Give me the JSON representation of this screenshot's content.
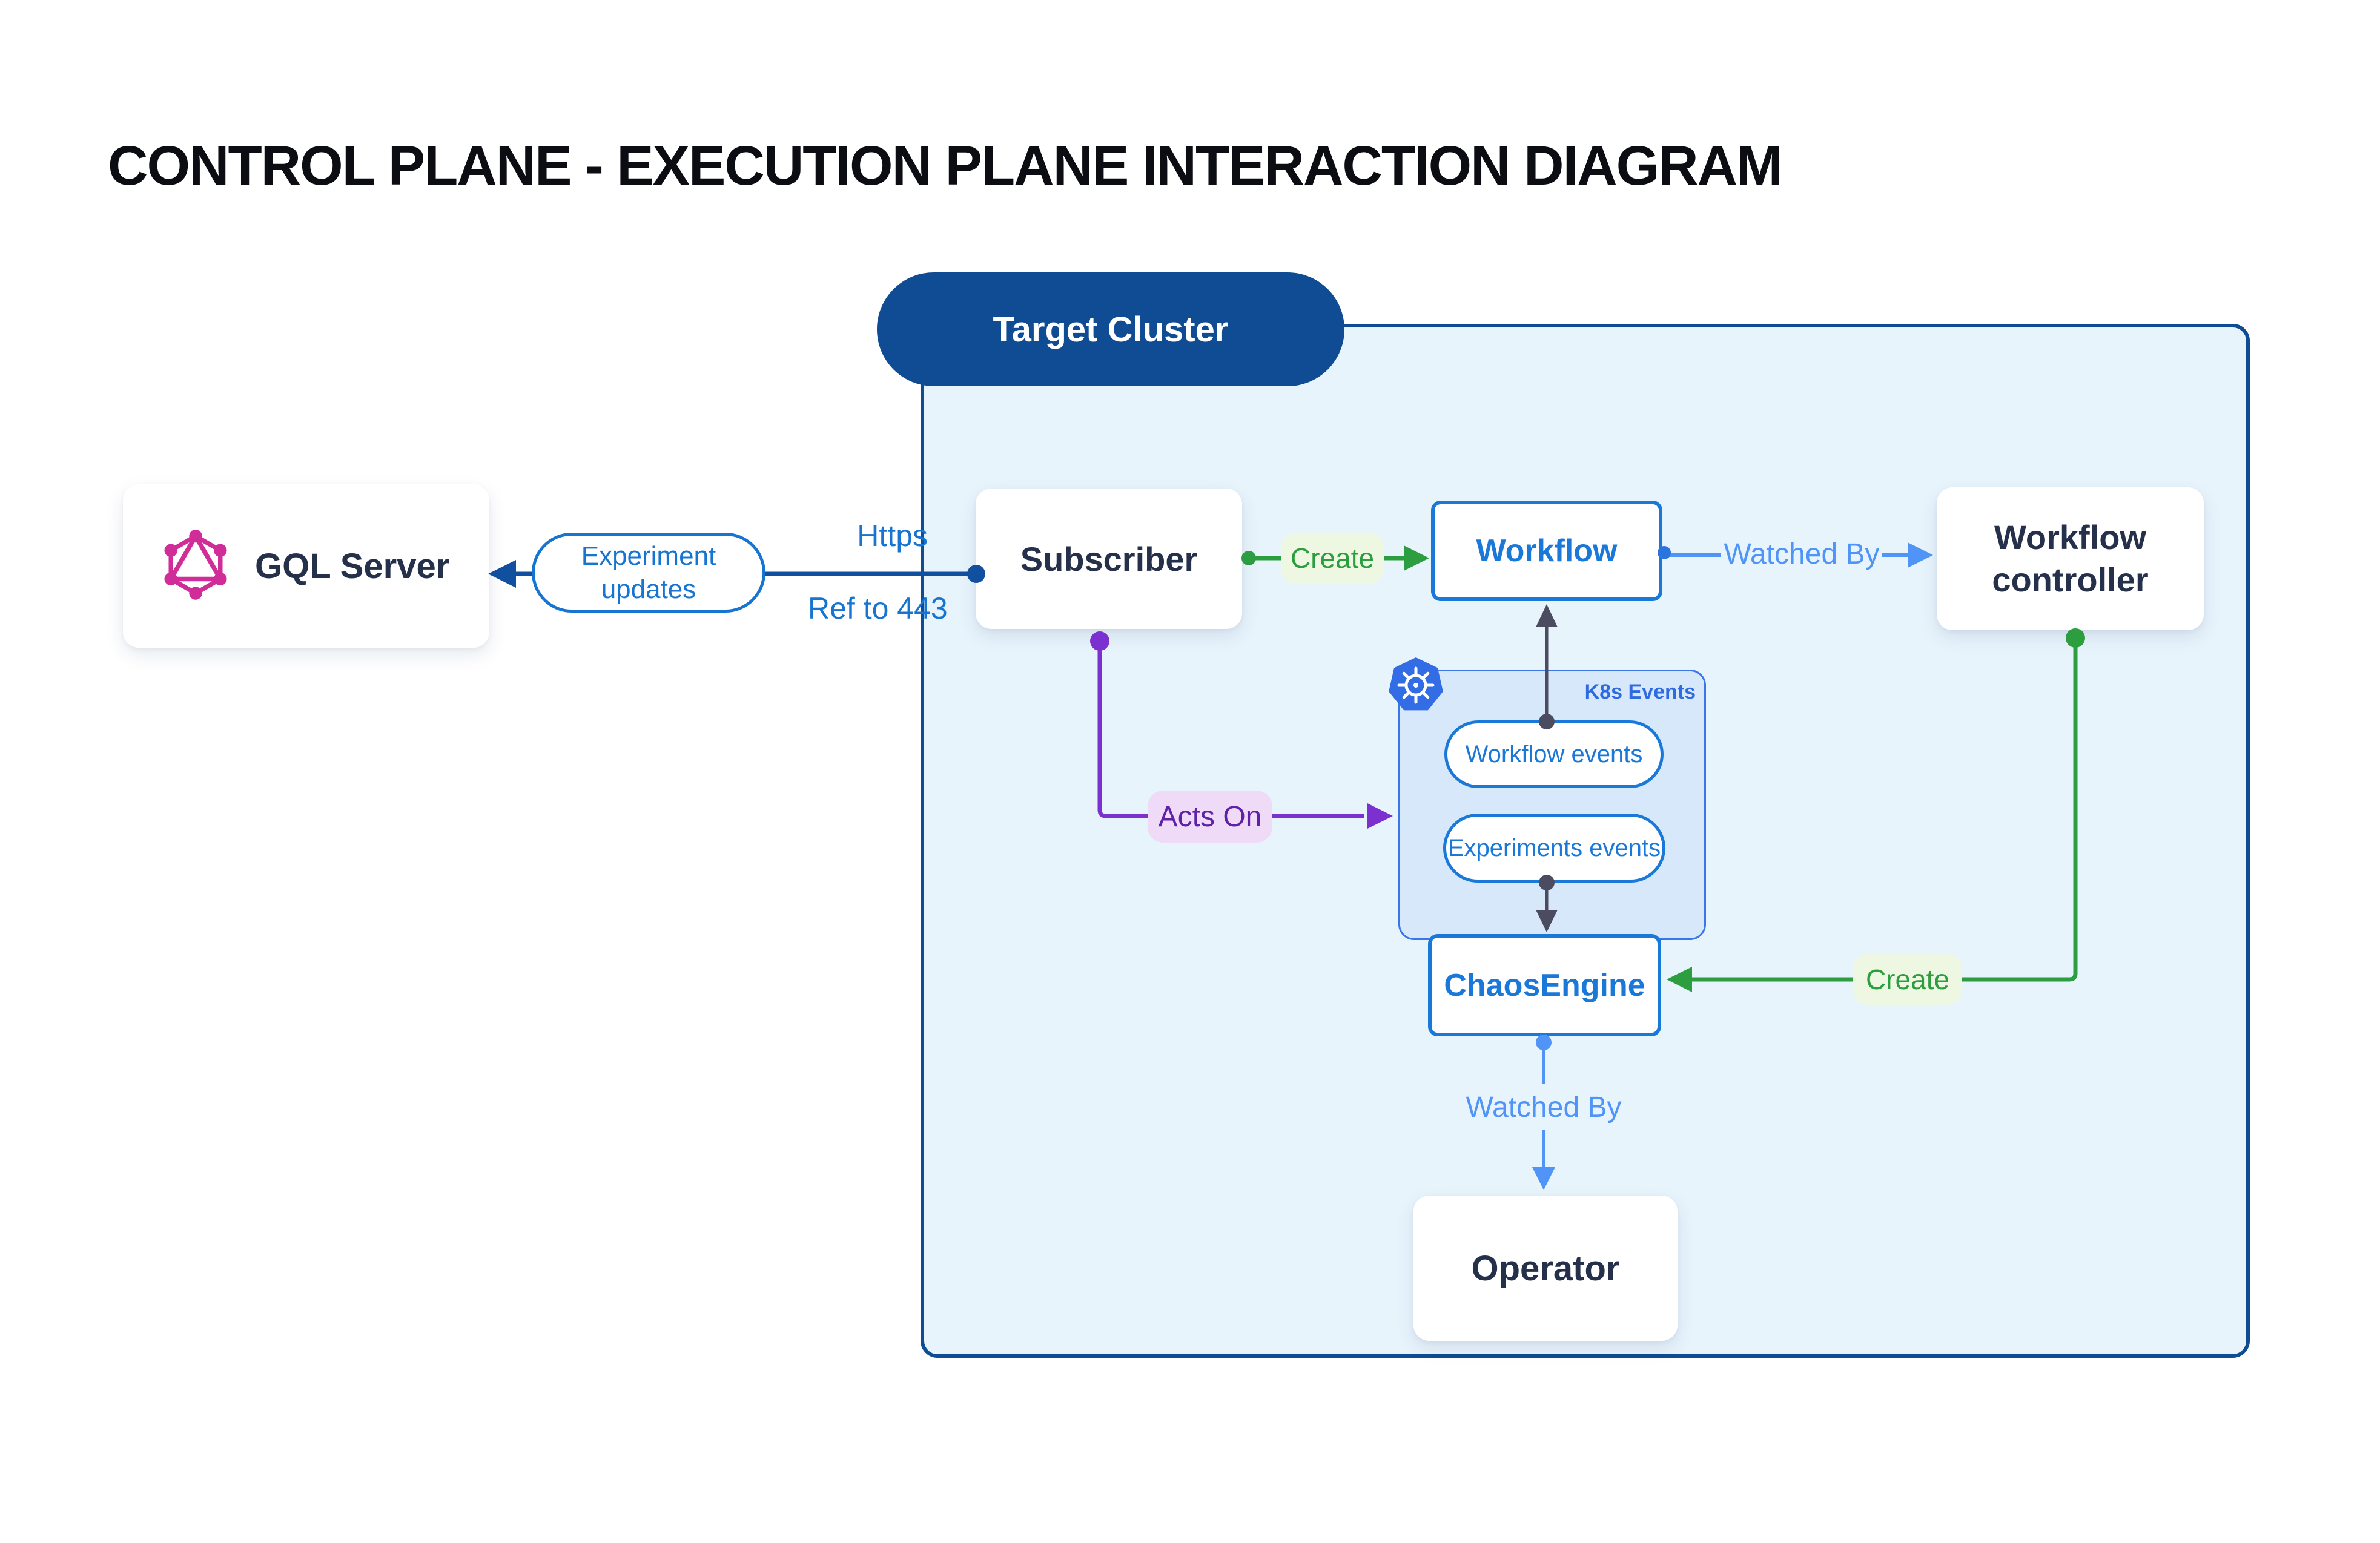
{
  "title": "CONTROL PLANE - EXECUTION PLANE INTERACTION DIAGRAM",
  "cluster": {
    "label": "Target Cluster"
  },
  "nodes": {
    "gql_server": {
      "label": "GQL Server"
    },
    "subscriber": {
      "label": "Subscriber"
    },
    "workflow": {
      "label": "Workflow"
    },
    "workflow_controller": {
      "label": "Workflow controller"
    },
    "chaos_engine": {
      "label": "ChaosEngine"
    },
    "operator": {
      "label": "Operator"
    },
    "k8s_events": {
      "label": "K8s Events",
      "workflow_events": "Workflow events",
      "experiments_events": "Experiments events"
    }
  },
  "edges": {
    "experiment_updates": {
      "label": "Experiment updates"
    },
    "https": {
      "label": "Https"
    },
    "ref_443": {
      "label": "Ref to 443"
    },
    "create_workflow": {
      "label": "Create"
    },
    "watched_by_workflow": {
      "label": "Watched By"
    },
    "acts_on": {
      "label": "Acts On"
    },
    "create_chaos_engine": {
      "label": "Create"
    },
    "watched_by_operator": {
      "label": "Watched By"
    }
  },
  "icons": {
    "graphql": "graphql-logo",
    "kubernetes": "kubernetes-logo"
  },
  "colors": {
    "cluster_fill": "#e8f4fc",
    "cluster_border": "#0f4c93",
    "node_text": "#25304a",
    "blue_node": "#1a78d8",
    "edge_dark_blue": "#11509e",
    "edge_light_blue": "#4f94f6",
    "edge_green": "#2d9e3f",
    "edge_purple": "#7c30d0",
    "edge_dark": "#4c4c60",
    "graphql_pink": "#d02d98",
    "kubernetes_blue": "#326de5",
    "k8s_box_fill": "#d8e8fb",
    "green_label_bg": "#eef7e2",
    "purple_label_bg": "#efdbf8"
  }
}
